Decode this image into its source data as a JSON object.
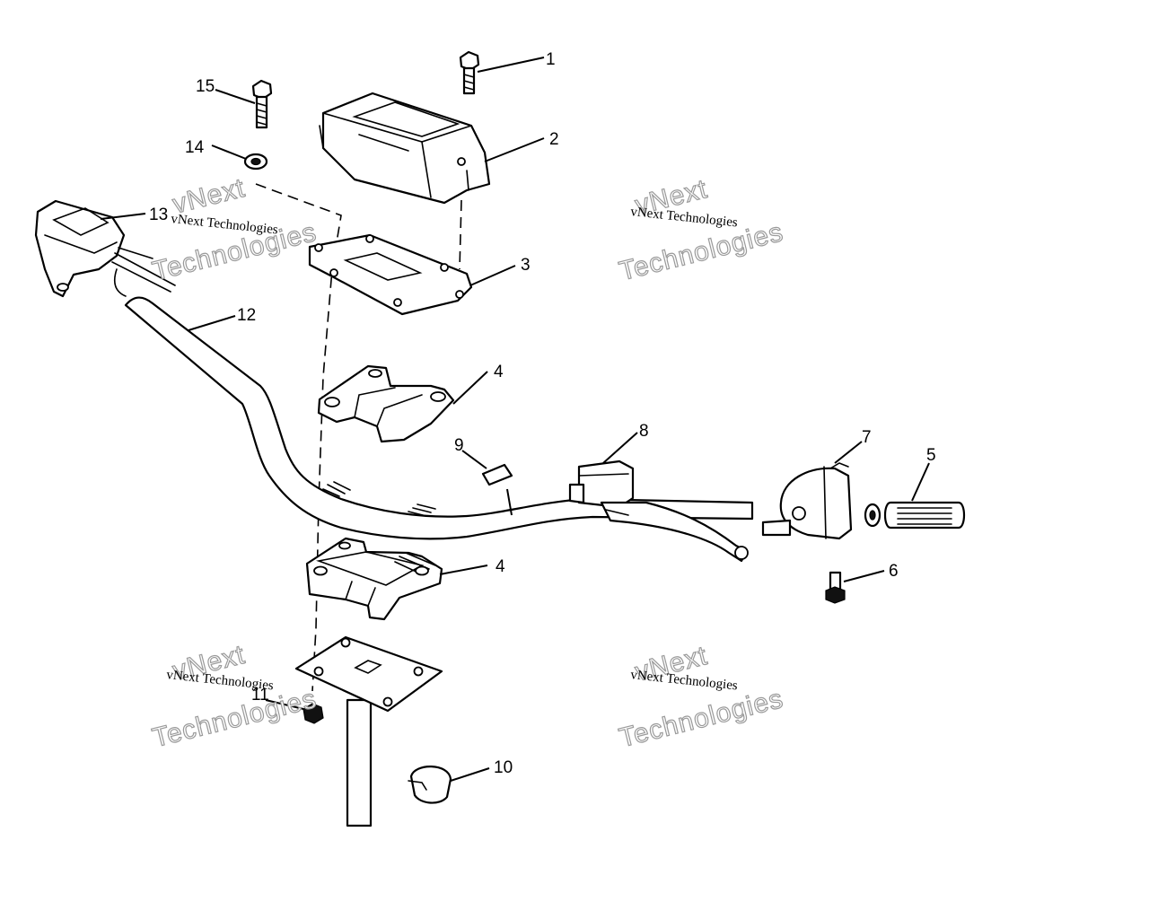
{
  "callouts": [
    "1",
    "2",
    "3",
    "4",
    "4",
    "5",
    "6",
    "7",
    "8",
    "9",
    "10",
    "11",
    "12",
    "13",
    "14",
    "15"
  ],
  "watermark": {
    "line1": "vNext Technologies",
    "line2_top": "vNext",
    "line2_bottom": "Technologies"
  }
}
